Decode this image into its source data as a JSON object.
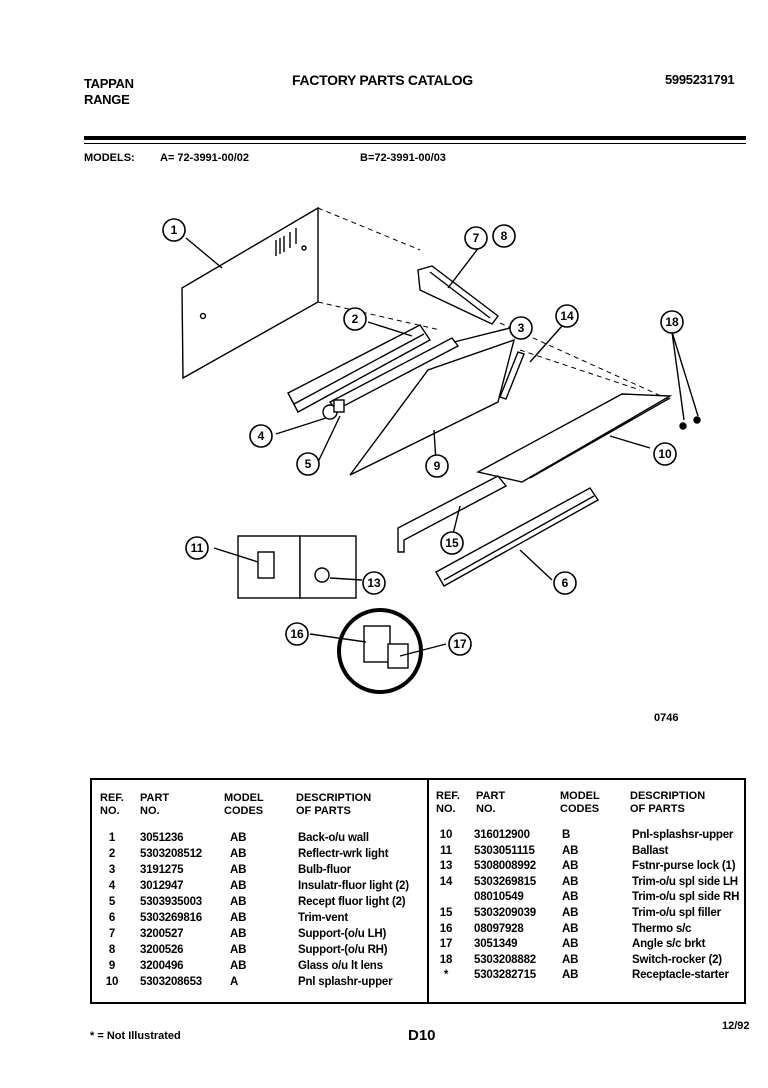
{
  "header": {
    "brand_line1": "TAPPAN",
    "brand_line2": "RANGE",
    "title": "FACTORY PARTS CATALOG",
    "doc_number": "5995231791"
  },
  "models": {
    "label": "MODELS:",
    "a": "A= 72-3991-00/02",
    "b": "B=72-3991-00/03"
  },
  "diagram": {
    "code": "0746",
    "callouts": [
      "1",
      "2",
      "3",
      "4",
      "5",
      "6",
      "7",
      "8",
      "9",
      "10",
      "11",
      "13",
      "14",
      "15",
      "16",
      "17",
      "18"
    ]
  },
  "table": {
    "headers": {
      "ref": "REF.\nNO.",
      "part": "PART\nNO.",
      "model": "MODEL\nCODES",
      "desc": "DESCRIPTION\nOF PARTS"
    },
    "left_rows": [
      {
        "ref": "1",
        "part": "3051236",
        "code": "AB",
        "desc": "Back-o/u wall"
      },
      {
        "ref": "2",
        "part": "5303208512",
        "code": "AB",
        "desc": "Reflectr-wrk light"
      },
      {
        "ref": "3",
        "part": "3191275",
        "code": "AB",
        "desc": "Bulb-fluor"
      },
      {
        "ref": "4",
        "part": "3012947",
        "code": "AB",
        "desc": "Insulatr-fluor light (2)"
      },
      {
        "ref": "5",
        "part": "5303935003",
        "code": "AB",
        "desc": "Recept fluor light (2)"
      },
      {
        "ref": "6",
        "part": "5303269816",
        "code": "AB",
        "desc": "Trim-vent"
      },
      {
        "ref": "7",
        "part": "3200527",
        "code": "AB",
        "desc": "Support-(o/u LH)"
      },
      {
        "ref": "8",
        "part": "3200526",
        "code": "AB",
        "desc": "Support-(o/u RH)"
      },
      {
        "ref": "9",
        "part": "3200496",
        "code": "AB",
        "desc": "Glass o/u lt lens"
      },
      {
        "ref": "10",
        "part": "5303208653",
        "code": "A",
        "desc": "Pnl splashr-upper"
      }
    ],
    "right_rows": [
      {
        "ref": "10",
        "part": "316012900",
        "code": "B",
        "desc": "Pnl-splashsr-upper"
      },
      {
        "ref": "11",
        "part": "5303051115",
        "code": "AB",
        "desc": "Ballast"
      },
      {
        "ref": "13",
        "part": "5308008992",
        "code": "AB",
        "desc": "Fstnr-purse lock (1)"
      },
      {
        "ref": "14",
        "part": "5303269815",
        "code": "AB",
        "desc": "Trim-o/u spl side LH"
      },
      {
        "ref": "",
        "part": "08010549",
        "code": "AB",
        "desc": "Trim-o/u spl side RH"
      },
      {
        "ref": "15",
        "part": "5303209039",
        "code": "AB",
        "desc": "Trim-o/u spl filler"
      },
      {
        "ref": "16",
        "part": "08097928",
        "code": "AB",
        "desc": "Thermo s/c"
      },
      {
        "ref": "17",
        "part": "3051349",
        "code": "AB",
        "desc": "Angle s/c brkt"
      },
      {
        "ref": "18",
        "part": "5303208882",
        "code": "AB",
        "desc": "Switch-rocker (2)"
      },
      {
        "ref": "*",
        "part": "5303282715",
        "code": "AB",
        "desc": "Receptacle-starter"
      }
    ]
  },
  "footer": {
    "note": "* = Not Illustrated",
    "page": "D10",
    "date": "12/92"
  }
}
